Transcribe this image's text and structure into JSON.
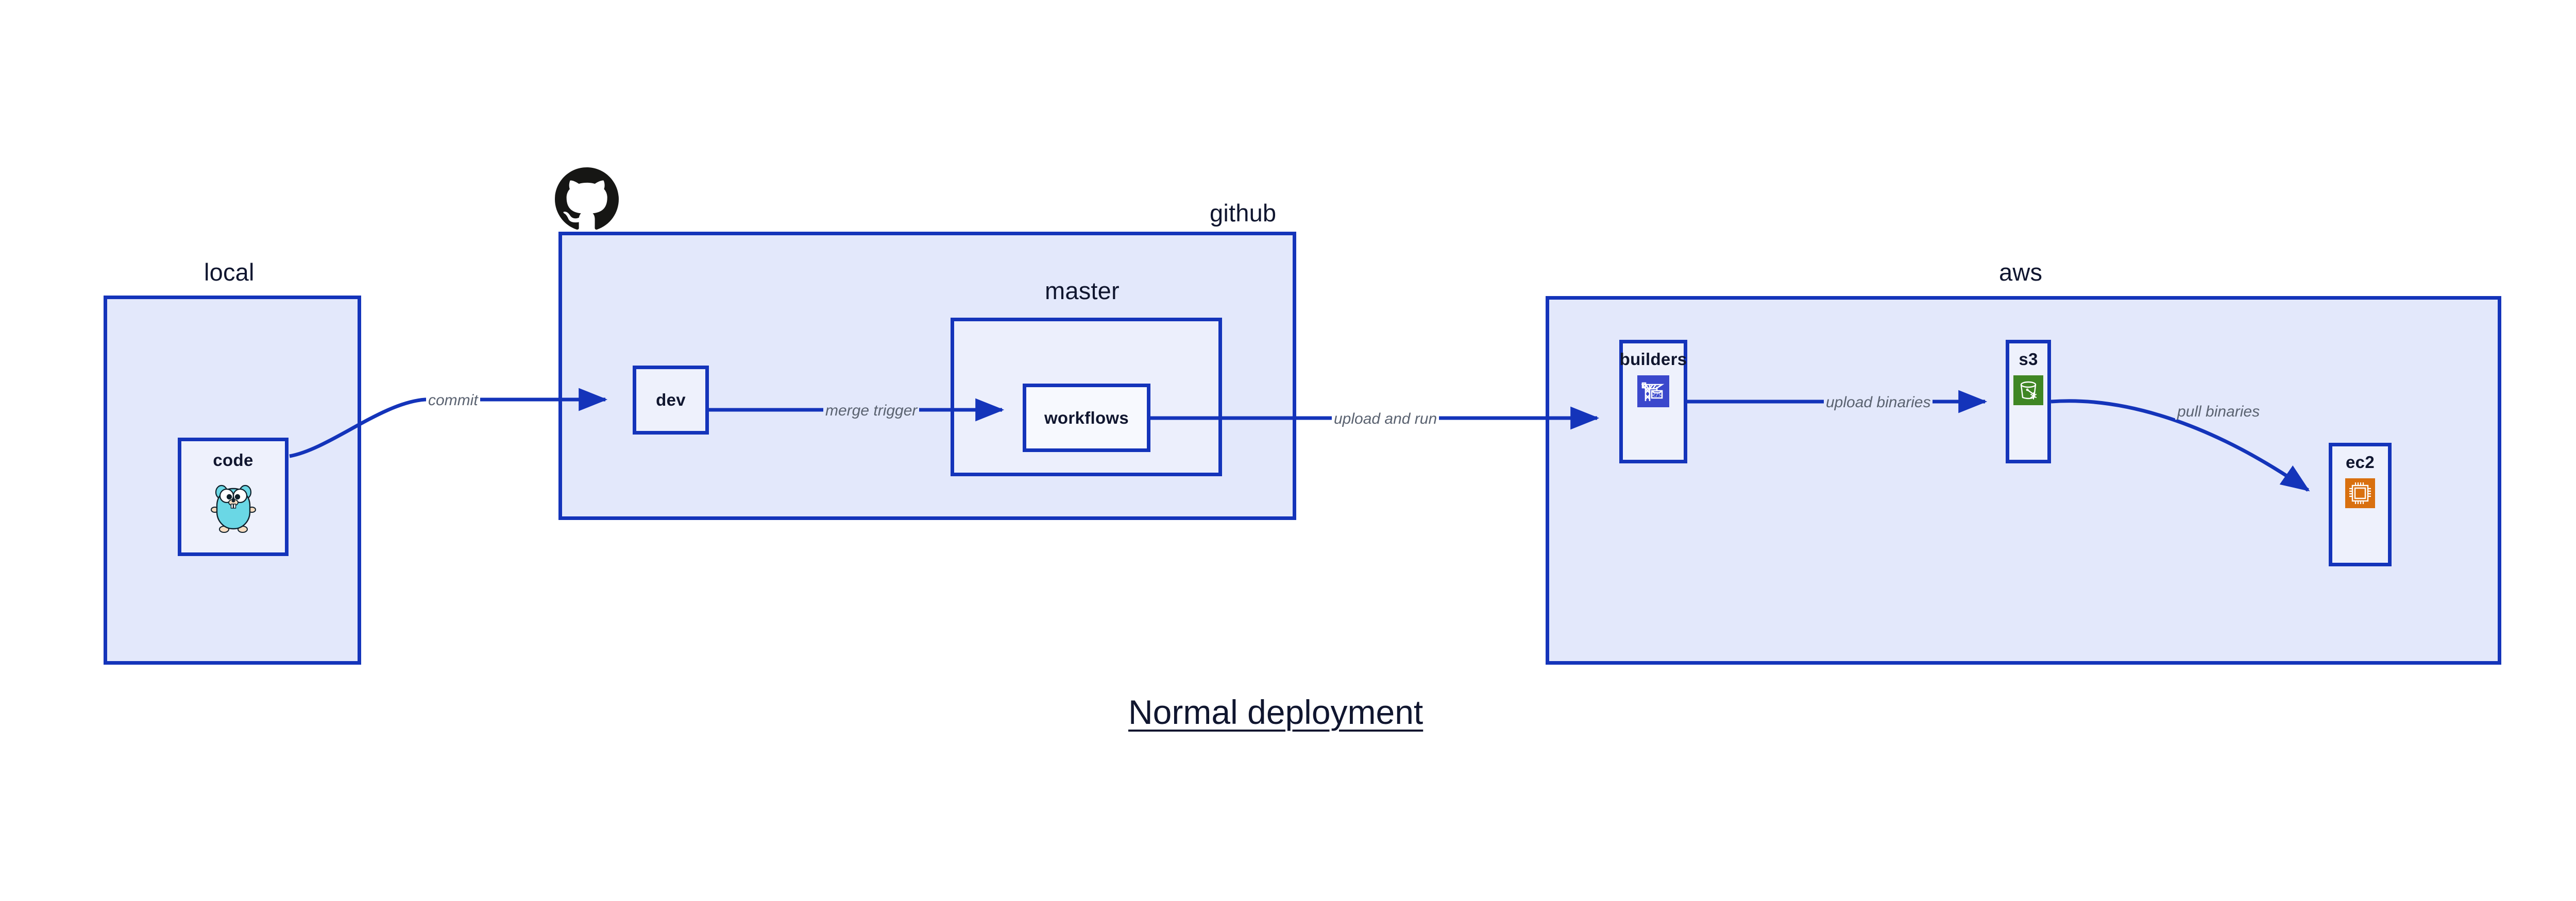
{
  "diagram": {
    "caption": "Normal deployment",
    "groups": [
      {
        "id": "local",
        "label": "local"
      },
      {
        "id": "github",
        "label": "github"
      },
      {
        "id": "aws",
        "label": "aws"
      }
    ],
    "subgroups": [
      {
        "id": "master",
        "label": "master"
      }
    ],
    "nodes": [
      {
        "id": "code",
        "label": "code",
        "icon": "go-gopher-icon"
      },
      {
        "id": "dev",
        "label": "dev",
        "icon": "none"
      },
      {
        "id": "workflows",
        "label": "workflows",
        "icon": "none"
      },
      {
        "id": "builders",
        "label": "builders",
        "icon": "aws-codebuild-icon"
      },
      {
        "id": "s3",
        "label": "s3",
        "icon": "aws-s3-icon"
      },
      {
        "id": "ec2",
        "label": "ec2",
        "icon": "aws-ec2-icon"
      }
    ],
    "edges": [
      {
        "id": "commit",
        "label": "commit",
        "from": "code",
        "to": "dev"
      },
      {
        "id": "merge-trigger",
        "label": "merge trigger",
        "from": "dev",
        "to": "workflows"
      },
      {
        "id": "upload-and-run",
        "label": "upload and run",
        "from": "workflows",
        "to": "builders"
      },
      {
        "id": "upload-binaries",
        "label": "upload binaries",
        "from": "builders",
        "to": "s3"
      },
      {
        "id": "pull-binaries",
        "label": "pull binaries",
        "from": "s3",
        "to": "ec2"
      }
    ],
    "logos": [
      {
        "id": "github-logo",
        "icon": "github-octocat-icon"
      }
    ],
    "colors": {
      "group_fill": "#e3e8fb",
      "group_stroke": "#1434ba",
      "node_fill": "#eef1fc",
      "edge_stroke": "#1434ba",
      "edge_label_text": "#5a6270",
      "title_text": "#10162f",
      "gopher_body": "#6ad7e5",
      "codebuild_bg": "#3b48cc",
      "s3_bg": "#3f8624",
      "ec2_bg": "#d9700f",
      "octocat": "#161614"
    }
  }
}
